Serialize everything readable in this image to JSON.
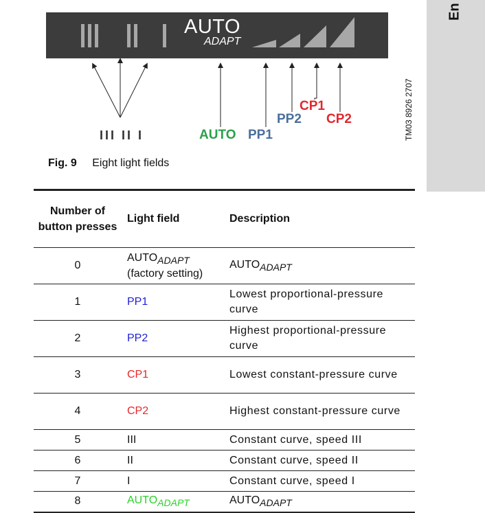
{
  "side_tab": {
    "label": "En"
  },
  "figure": {
    "panel": {
      "auto": "AUTO",
      "adapt": "ADAPT"
    },
    "labels": {
      "roman": "III II I",
      "auto": "AUTO",
      "pp1": "PP1",
      "pp2": "PP2",
      "cp1": "CP1",
      "cp2": "CP2"
    },
    "tm_code": "TM03 8926 2707",
    "caption_number": "Fig. 9",
    "caption_text": "Eight light fields",
    "colors": {
      "panel": "#3c3c3c",
      "bar": "#a8a8a8",
      "auto_green": "#2aa04a",
      "pp_blue": "#4a6f9c",
      "cp_red": "#e0282e"
    }
  },
  "table": {
    "headers": {
      "presses": "Number of button presses",
      "field": "Light field",
      "desc": "Description"
    },
    "rows": [
      {
        "presses": "0",
        "field_main": "AUTO",
        "field_sub": "ADAPT",
        "field_note": "(factory setting)",
        "desc_main": "AUTO",
        "desc_sub": "ADAPT"
      },
      {
        "presses": "1",
        "field": "PP1",
        "desc": "Lowest proportional-pressure curve"
      },
      {
        "presses": "2",
        "field": "PP2",
        "desc": "Highest proportional-pressure curve"
      },
      {
        "presses": "3",
        "field": "CP1",
        "desc": "Lowest constant-pressure curve"
      },
      {
        "presses": "4",
        "field": "CP2",
        "desc": "Highest constant-pressure curve"
      },
      {
        "presses": "5",
        "field": "III",
        "desc": "Constant curve, speed III"
      },
      {
        "presses": "6",
        "field": "II",
        "desc": "Constant curve, speed II"
      },
      {
        "presses": "7",
        "field": "I",
        "desc": "Constant curve, speed I"
      },
      {
        "presses": "8",
        "field_main": "AUTO",
        "field_sub": "ADAPT",
        "desc_main": "AUTO",
        "desc_sub": "ADAPT"
      }
    ]
  }
}
